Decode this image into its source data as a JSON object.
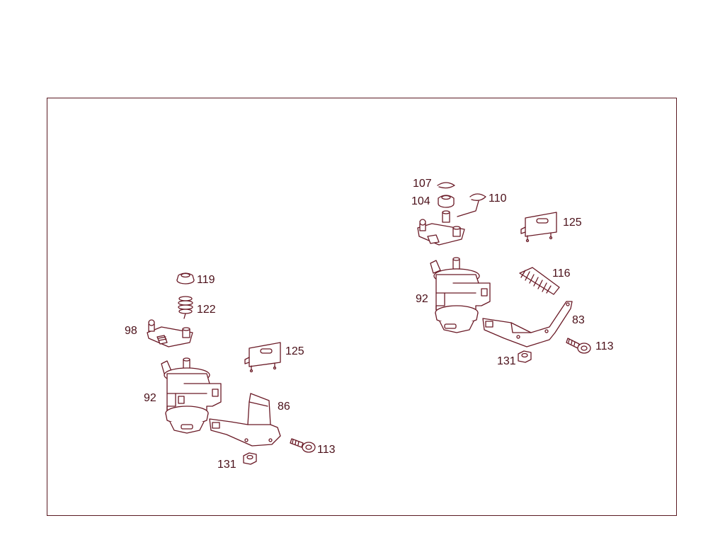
{
  "diagram": {
    "title": "",
    "colors": {
      "line": "#6a1a26",
      "text": "#4a0f18",
      "frame": "#5a1a22",
      "background": "#ffffff"
    },
    "left_group": {
      "callouts": {
        "p119": "119",
        "p122": "122",
        "p98": "98",
        "p125": "125",
        "p92": "92",
        "p86": "86",
        "p113": "113",
        "p131": "131"
      }
    },
    "right_group": {
      "callouts": {
        "p107": "107",
        "p104": "104",
        "p110": "110",
        "p125": "125",
        "p116": "116",
        "p92": "92",
        "p83": "83",
        "p113": "113",
        "p131": "131"
      }
    }
  }
}
